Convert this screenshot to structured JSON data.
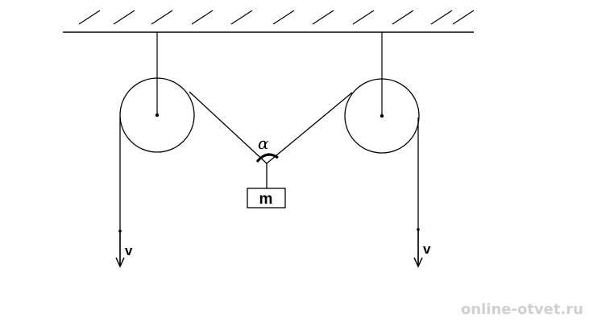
{
  "diagram": {
    "mass_label": "m",
    "velocity_left": "v",
    "velocity_right": "v",
    "angle_label": "α",
    "watermark": "online-otvet.ru"
  },
  "colors": {
    "stroke": "#000000",
    "background": "#ffffff",
    "watermark": "#d0d0d0"
  }
}
